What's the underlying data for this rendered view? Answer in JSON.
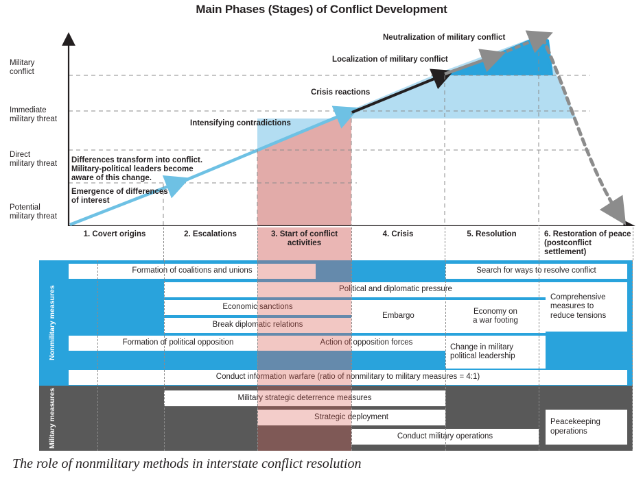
{
  "title": "Main Phases (Stages) of Conflict Development",
  "caption": "The role of nonmilitary methods in interstate conflict resolution",
  "colors": {
    "accent_blue": "#29a3dc",
    "light_blue": "#b3ddf2",
    "arrow_light_blue": "#6ec1e4",
    "military_gray": "#595959",
    "highlight_pink": "#eab6b4",
    "gray_arrow": "#8c8c8c",
    "black": "#231f20"
  },
  "chart_data": {
    "type": "area",
    "title": "Main Phases (Stages) of Conflict Development",
    "xlabel": "",
    "ylabel": "",
    "grid": true,
    "legend": "none",
    "y_levels": [
      {
        "key": "military_conflict",
        "label": "Military\nconflict"
      },
      {
        "key": "immediate_threat",
        "label": "Immediate\nmilitary threat"
      },
      {
        "key": "direct_threat",
        "label": "Direct\nmilitary threat"
      },
      {
        "key": "potential_threat",
        "label": "Potential\nmilitary threat"
      }
    ],
    "x_categories": [
      "1. Covert origins",
      "2. Escalations",
      "3. Start of conflict activities",
      "4. Crisis",
      "5. Resolution",
      "6. Restoration of peace (postconflict settlement)"
    ],
    "series": [
      {
        "name": "Escalation curve",
        "points": [
          {
            "phase": 1,
            "level": "potential_threat"
          },
          {
            "phase": 2,
            "level": "direct_threat"
          },
          {
            "phase": 3,
            "level": "immediate_threat"
          },
          {
            "phase": 4,
            "level": "military_conflict"
          },
          {
            "phase": 5,
            "level": "peak"
          },
          {
            "phase": 6,
            "level": "potential_threat"
          }
        ]
      }
    ],
    "annotations": [
      "Emergence of differences\nof interest",
      "Differences transform into conflict.\nMilitary-political leaders become\naware of this change.",
      "Intensifying contradictions",
      "Crisis reactions",
      "Localization of military conflict",
      "Neutralization of military conflict"
    ]
  },
  "y_axis": {
    "labels": [
      {
        "text": "Military\nconflict",
        "line1": "Military",
        "line2": "conflict"
      },
      {
        "text": "Immediate\nmilitary threat",
        "line1": "Immediate",
        "line2": "military threat"
      },
      {
        "text": "Direct\nmilitary threat",
        "line1": "Direct",
        "line2": "military threat"
      },
      {
        "text": "Potential\nmilitary threat",
        "line1": "Potential",
        "line2": "military threat"
      }
    ]
  },
  "annotations": {
    "emergence": "Emergence of differences\nof interest",
    "differences": "Differences transform into conflict.\nMilitary-political leaders become\naware of this change.",
    "intensifying": "Intensifying contradictions",
    "crisis_reactions": "Crisis reactions",
    "localization": "Localization of military conflict",
    "neutralization": "Neutralization of military conflict"
  },
  "phases": [
    {
      "num": "1.",
      "label": "1. Covert origins",
      "highlight": false
    },
    {
      "num": "2.",
      "label": "2. Escalations",
      "highlight": false
    },
    {
      "num": "3.",
      "label": "3. Start of\nconflict\nactivities",
      "highlight": true
    },
    {
      "num": "4.",
      "label": "4. Crisis",
      "highlight": false
    },
    {
      "num": "5.",
      "label": "5. Resolution",
      "highlight": false
    },
    {
      "num": "6.",
      "label": "6. Restoration of\npeace (postconflict\nsettlement)",
      "highlight": false
    }
  ],
  "measures": {
    "nonmilitary_label": "Nonmilitary measures",
    "military_label": "Military\nmeasures",
    "nonmilitary_items": [
      {
        "id": "coalitions",
        "text": "Formation of coalitions and unions"
      },
      {
        "id": "search-ways",
        "text": "Search for ways to resolve conflict"
      },
      {
        "id": "political",
        "text": "Political and diplomatic pressure"
      },
      {
        "id": "economic",
        "text": "Economic sanctions"
      },
      {
        "id": "break-relations",
        "text": "Break diplomatic relations"
      },
      {
        "id": "embargo",
        "text": "Embargo"
      },
      {
        "id": "war-footing",
        "text": "Economy on\na war footing"
      },
      {
        "id": "comprehensive",
        "text": "Comprehensive\nmeasures to\nreduce tensions"
      },
      {
        "id": "opposition-form",
        "text": "Formation of political opposition"
      },
      {
        "id": "opposition-act",
        "text": "Action of opposition forces"
      },
      {
        "id": "leadership",
        "text": "Change in military\npolitical leadership"
      },
      {
        "id": "info-warfare",
        "text": "Conduct information warfare (ratio of nonmilitary to military measures = 4:1)"
      }
    ],
    "military_items": [
      {
        "id": "deterrence",
        "text": "Military strategic deterrence measures"
      },
      {
        "id": "deployment",
        "text": "Strategic deployment"
      },
      {
        "id": "operations",
        "text": "Conduct military operations"
      },
      {
        "id": "peacekeeping",
        "text": "Peacekeeping\noperations"
      }
    ]
  }
}
